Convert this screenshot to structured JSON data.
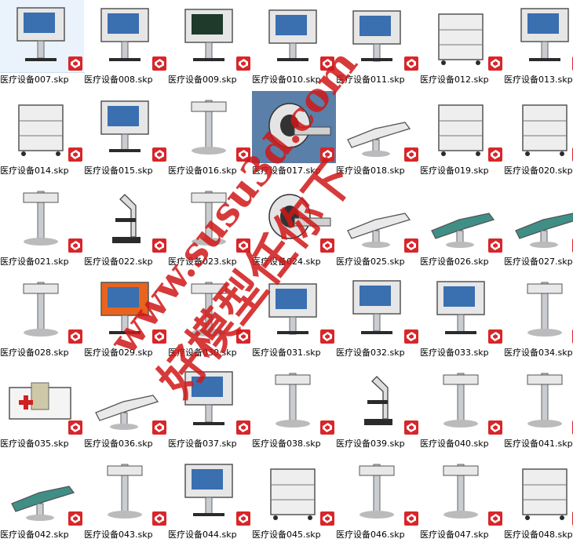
{
  "files": [
    {
      "name": "医疗设备007.skp",
      "icon": "workstation-cart-icon",
      "selected": true
    },
    {
      "name": "医疗设备008.skp",
      "icon": "monitor-keyboard-icon"
    },
    {
      "name": "医疗设备009.skp",
      "icon": "defibrillator-icon"
    },
    {
      "name": "医疗设备010.skp",
      "icon": "patient-monitor-icon"
    },
    {
      "name": "医疗设备011.skp",
      "icon": "monitor-desk-icon"
    },
    {
      "name": "医疗设备012.skp",
      "icon": "cabinet-icon"
    },
    {
      "name": "医疗设备013.skp",
      "icon": "monitor-stand-icon"
    },
    {
      "name": "医疗设备014.skp",
      "icon": "cart-icon"
    },
    {
      "name": "医疗设备015.skp",
      "icon": "workstation-icon"
    },
    {
      "name": "医疗设备016.skp",
      "icon": "stand-icon"
    },
    {
      "name": "医疗设备017.skp",
      "icon": "scanner-icon"
    },
    {
      "name": "医疗设备018.skp",
      "icon": "bed-icon"
    },
    {
      "name": "医疗设备019.skp",
      "icon": "supply-cart-icon"
    },
    {
      "name": "医疗设备020.skp",
      "icon": "shelf-icon"
    },
    {
      "name": "医疗设备021.skp",
      "icon": "iv-stand-icon"
    },
    {
      "name": "医疗设备022.skp",
      "icon": "microscope-icon"
    },
    {
      "name": "医疗设备023.skp",
      "icon": "ceiling-pendant-icon"
    },
    {
      "name": "医疗设备024.skp",
      "icon": "ct-scanner-icon"
    },
    {
      "name": "医疗设备025.skp",
      "icon": "chair-icon"
    },
    {
      "name": "医疗设备026.skp",
      "icon": "treatment-chair-icon"
    },
    {
      "name": "医疗设备027.skp",
      "icon": "dental-chair-icon"
    },
    {
      "name": "医疗设备028.skp",
      "icon": "surgical-light-icon"
    },
    {
      "name": "医疗设备029.skp",
      "icon": "control-panel-icon"
    },
    {
      "name": "医疗设备030.skp",
      "icon": "lamp-icon"
    },
    {
      "name": "医疗设备031.skp",
      "icon": "ultrasound-icon"
    },
    {
      "name": "医疗设备032.skp",
      "icon": "laptop-ultrasound-icon"
    },
    {
      "name": "医疗设备033.skp",
      "icon": "ultrasound-cart-icon"
    },
    {
      "name": "医疗设备034.skp",
      "icon": "incubator-icon"
    },
    {
      "name": "医疗设备035.skp",
      "icon": "first-aid-box-icon"
    },
    {
      "name": "医疗设备036.skp",
      "icon": "surgical-table-icon"
    },
    {
      "name": "医疗设备037.skp",
      "icon": "vital-monitor-icon"
    },
    {
      "name": "医疗设备038.skp",
      "icon": "dental-unit-icon"
    },
    {
      "name": "医疗设备039.skp",
      "icon": "microscope-icon"
    },
    {
      "name": "医疗设备040.skp",
      "icon": "basin-stand-icon"
    },
    {
      "name": "医疗设备041.skp",
      "icon": "desk-stool-icon"
    },
    {
      "name": "医疗设备042.skp",
      "icon": "dental-chair-icon"
    },
    {
      "name": "医疗设备043.skp",
      "icon": "ceiling-light-icon"
    },
    {
      "name": "医疗设备044.skp",
      "icon": "portable-monitor-icon"
    },
    {
      "name": "医疗设备045.skp",
      "icon": "anesthesia-machine-icon"
    },
    {
      "name": "医疗设备046.skp",
      "icon": "xray-mobile-icon"
    },
    {
      "name": "医疗设备047.skp",
      "icon": "operating-lamp-icon"
    },
    {
      "name": "医疗设备048.skp",
      "icon": "lab-bench-icon"
    }
  ],
  "watermark": {
    "url_text": "www.susu3d.com",
    "cn_text": "好模型任你下",
    "color": "#d01818"
  },
  "thumb_palette": {
    "badge": "#d8262a",
    "metal": "#c9ccd0",
    "dark": "#2b2b2b",
    "screen": "#3a6fb0",
    "teal": "#3f8f87",
    "orange": "#e8641e"
  }
}
